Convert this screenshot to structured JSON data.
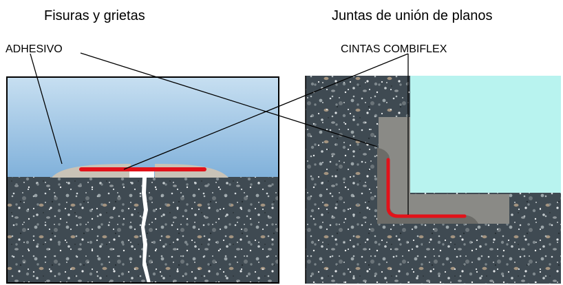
{
  "titles": {
    "left": "Fisuras y grietas",
    "right": "Juntas de unión de planos"
  },
  "callouts": {
    "adhesive": "ADHESIVO",
    "tape": "CINTAS COMBIFLEX"
  },
  "colors": {
    "sky_top": "#c7dff1",
    "sky_bottom": "#7fb0da",
    "pool_water": "#b8f3ef",
    "concrete": "#3f4a52",
    "adhesive": "#c9c3b7",
    "mortar": "#8a8a86",
    "tape": "#e2121a",
    "crack": "#ffffff"
  }
}
